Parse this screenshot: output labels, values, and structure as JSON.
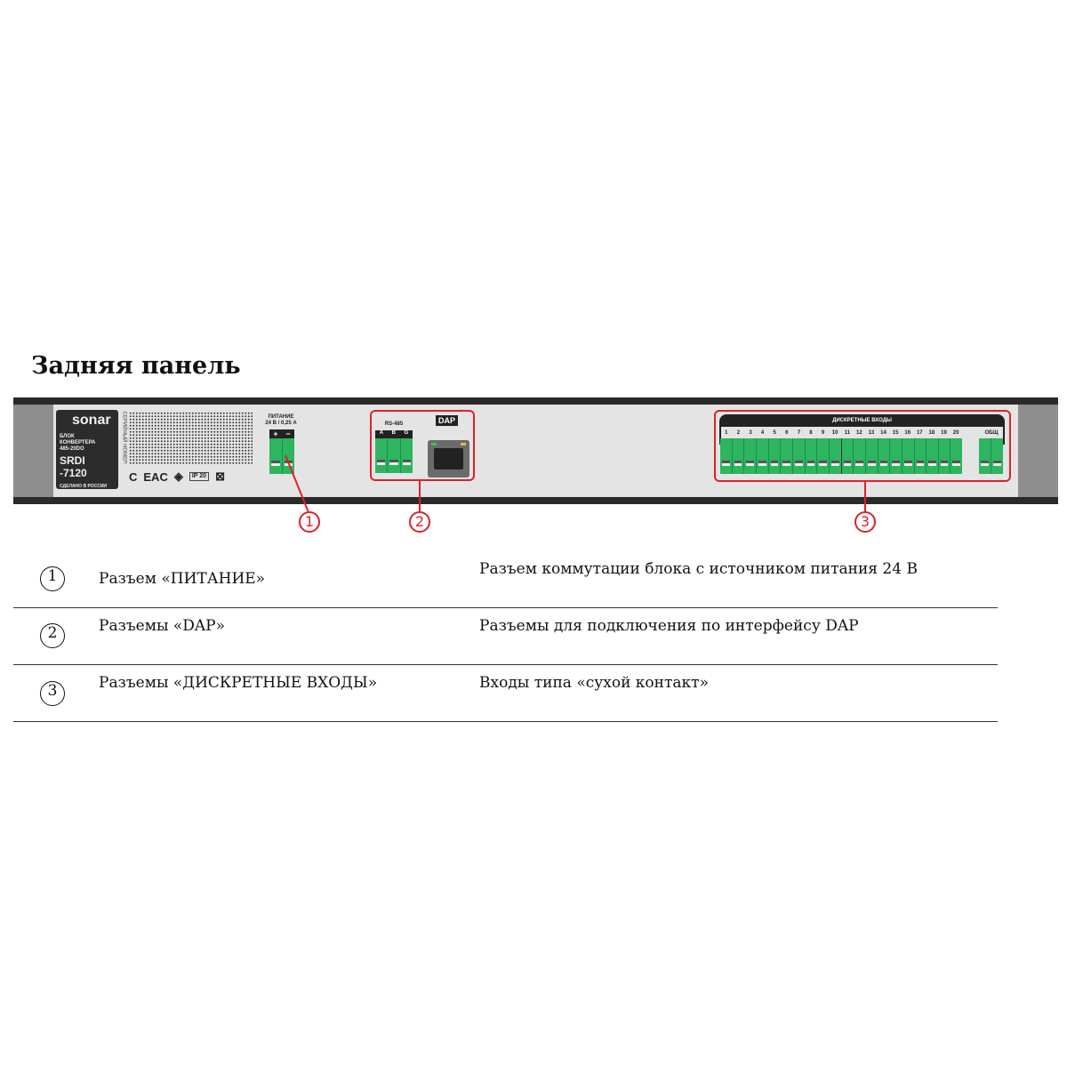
{
  "title": "Задняя панель",
  "device": {
    "brand": "sonar",
    "label_lines": [
      "БЛОК",
      "КОНВЕРТЕРА",
      "485-20DO"
    ],
    "model": "SRDI -7120",
    "made_in": "СДЕЛАНО В РОССИИ",
    "serial_label": "СЕРИЙНЫЙ НОМЕР:",
    "marks": [
      "EAC",
      "IP 20"
    ],
    "power_label": "ПИТАНИЕ",
    "power_rating": "24 В / 0,25 А",
    "power_pins": [
      "+",
      "−"
    ],
    "rs485_label": "RS-485",
    "rs485_pins": [
      "A",
      "B",
      "G"
    ],
    "dap_label": "DAP",
    "inputs_label": "ДИСКРЕТНЫЕ ВХОДЫ",
    "input_numbers": [
      "1",
      "2",
      "3",
      "4",
      "5",
      "6",
      "7",
      "8",
      "9",
      "10",
      "11",
      "12",
      "13",
      "14",
      "15",
      "16",
      "17",
      "18",
      "19",
      "20"
    ],
    "common_label": "ОБЩ"
  },
  "callouts": [
    "①",
    "②",
    "③"
  ],
  "table": [
    {
      "num": "1",
      "name": "Разъем «ПИТАНИЕ»",
      "desc": "Разъем коммутации блока с источником питания 24 В"
    },
    {
      "num": "2",
      "name": "Разъемы «DAP»",
      "desc": "Разъемы для подключения по интерфейсу DAP"
    },
    {
      "num": "3",
      "name": "Разъемы «ДИСКРЕТНЫЕ ВХОДЫ»",
      "desc": "Входы типа «сухой контакт»"
    }
  ],
  "colors": {
    "accent": "#e0202a",
    "terminal": "#2db560"
  }
}
